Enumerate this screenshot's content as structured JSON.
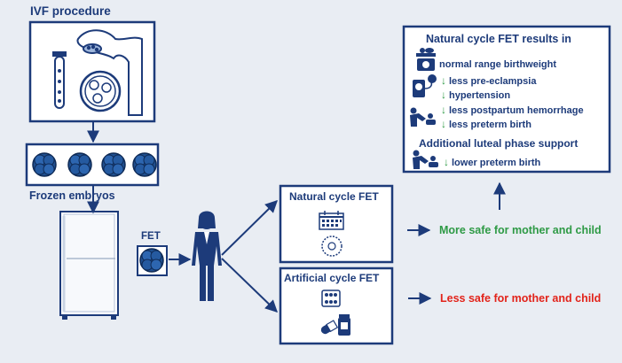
{
  "labels": {
    "ivf_procedure": "IVF procedure",
    "frozen_embryos": "Frozen embryos",
    "fet": "FET",
    "natural_cycle_fet": "Natural cycle FET",
    "artificial_cycle_fet": "Artificial cycle FET"
  },
  "results_box": {
    "title": "Natural cycle FET results in",
    "items": [
      {
        "arrow": "",
        "text": "normal range birthweight"
      },
      {
        "arrow": "↓",
        "text": "less pre-eclampsia"
      },
      {
        "arrow": "↓",
        "text": "hypertension"
      },
      {
        "arrow": "↓",
        "text": "less postpartum hemorrhage"
      },
      {
        "arrow": "↓",
        "text": "less preterm birth"
      }
    ],
    "subtitle": "Additional luteal phase support",
    "sub_item": {
      "arrow": "↓",
      "text": "lower preterm birth"
    }
  },
  "outcomes": {
    "natural": "More safe for mother and child",
    "artificial": "Less safe for mother and child"
  },
  "colors": {
    "navy": "#1d3b7a",
    "green": "#2e9a45",
    "red": "#e2231a",
    "background": "#e9edf3",
    "box_fill": "#ffffff"
  }
}
